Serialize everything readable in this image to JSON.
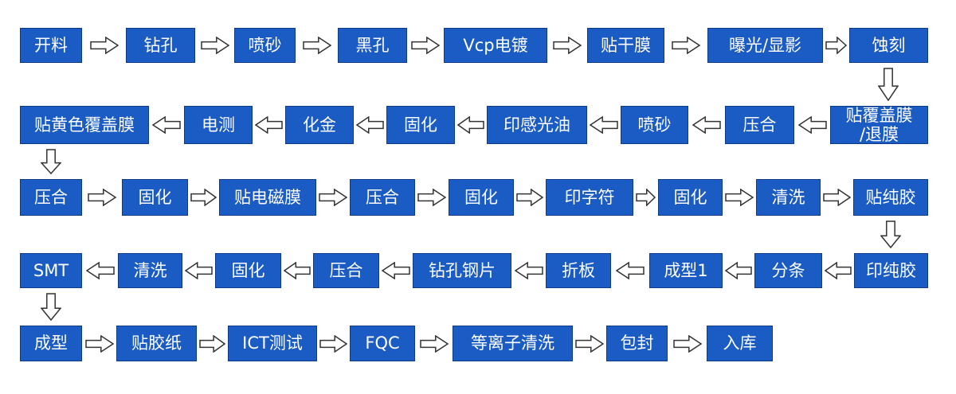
{
  "rows": [
    [
      "开料",
      "钻孔",
      "喷砂",
      "黑孔",
      "Vcp电镀",
      "贴干膜",
      "曝光/显影",
      "蚀刻"
    ],
    [
      "贴黄色覆盖膜",
      "电测",
      "化金",
      "固化",
      "印感光油",
      "喷砂",
      "压合",
      "贴覆盖膜/退膜"
    ],
    [
      "压合",
      "固化",
      "贴电磁膜",
      "压合",
      "固化",
      "印字符",
      "固化",
      "清洗",
      "贴纯胶"
    ],
    [
      "SMT",
      "清洗",
      "固化",
      "压合",
      "钻孔钢片",
      "折板",
      "成型1",
      "分条",
      "印纯胶"
    ],
    [
      "成型",
      "贴胶纸",
      "ICT测试",
      "FQC",
      "等离子清洗",
      "包封",
      "入库"
    ]
  ],
  "colors": {
    "box_fill": "#1a5bc4",
    "box_text": "#ffffff",
    "arrow_fill": "#ffffff",
    "arrow_stroke": "#333333"
  }
}
